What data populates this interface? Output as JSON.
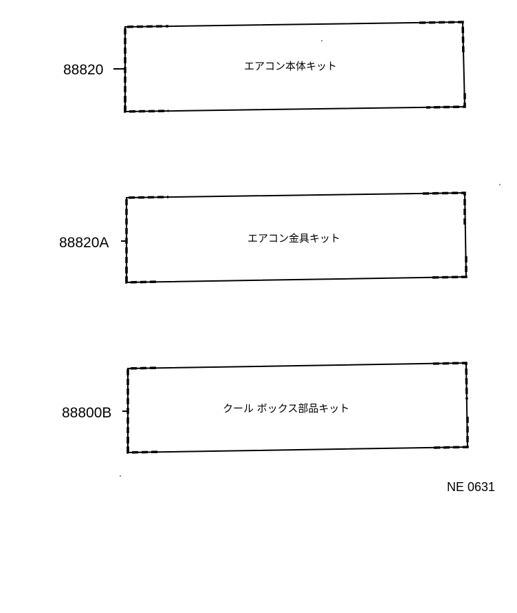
{
  "kits": [
    {
      "part_number": "88820",
      "label": "エアコン本体キット"
    },
    {
      "part_number": "88820A",
      "label": "エアコン金具キット"
    },
    {
      "part_number": "88800B",
      "label": "クール ボックス部品キット"
    }
  ],
  "drawing_code": "NE 0631"
}
